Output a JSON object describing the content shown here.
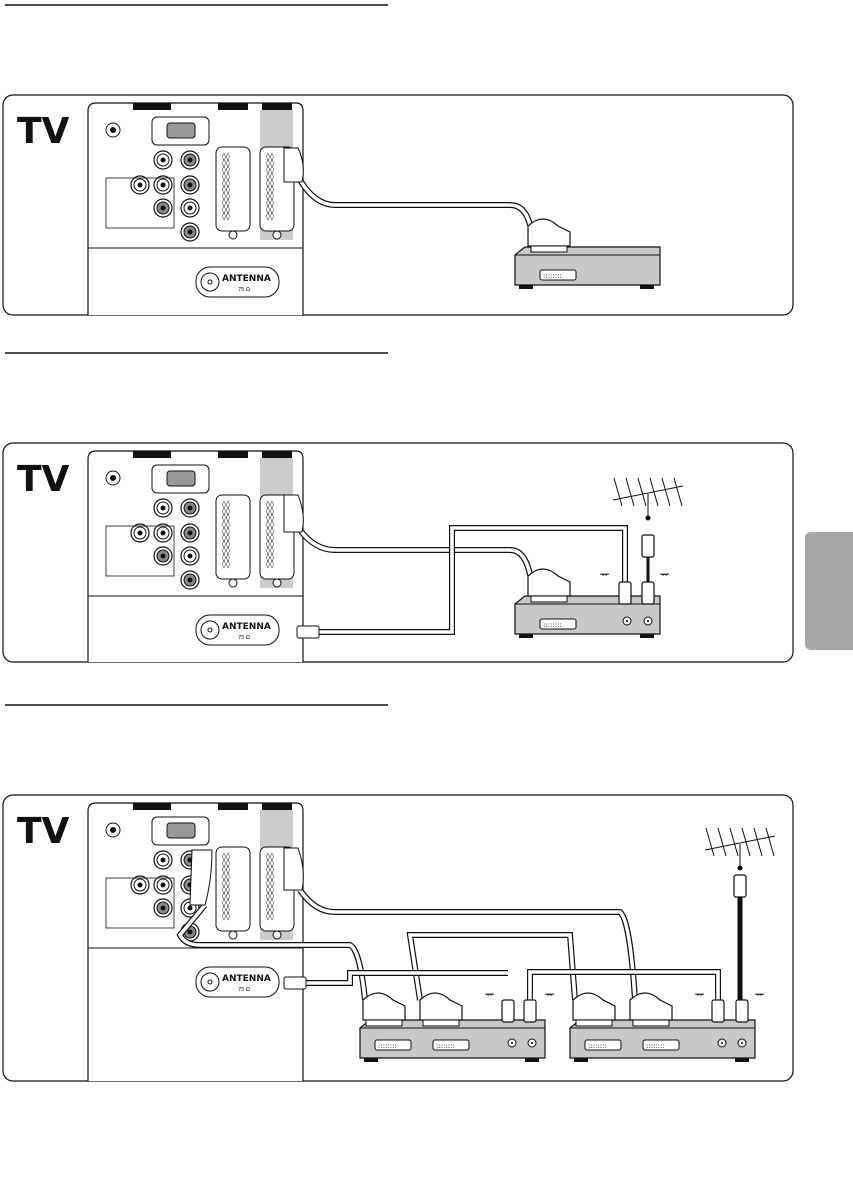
{
  "panels": [
    {
      "tv_label": "TV",
      "antenna_label": "ANTENNA",
      "impedance_label": "75 Ω"
    },
    {
      "tv_label": "TV",
      "antenna_label": "ANTENNA",
      "impedance_label": "75 Ω"
    },
    {
      "tv_label": "TV",
      "antenna_label": "ANTENNA",
      "impedance_label": "75 Ω"
    }
  ],
  "colors": {
    "line": "#111111",
    "grey_fill": "#c8c8c8",
    "tab": "#a7a7a7"
  }
}
